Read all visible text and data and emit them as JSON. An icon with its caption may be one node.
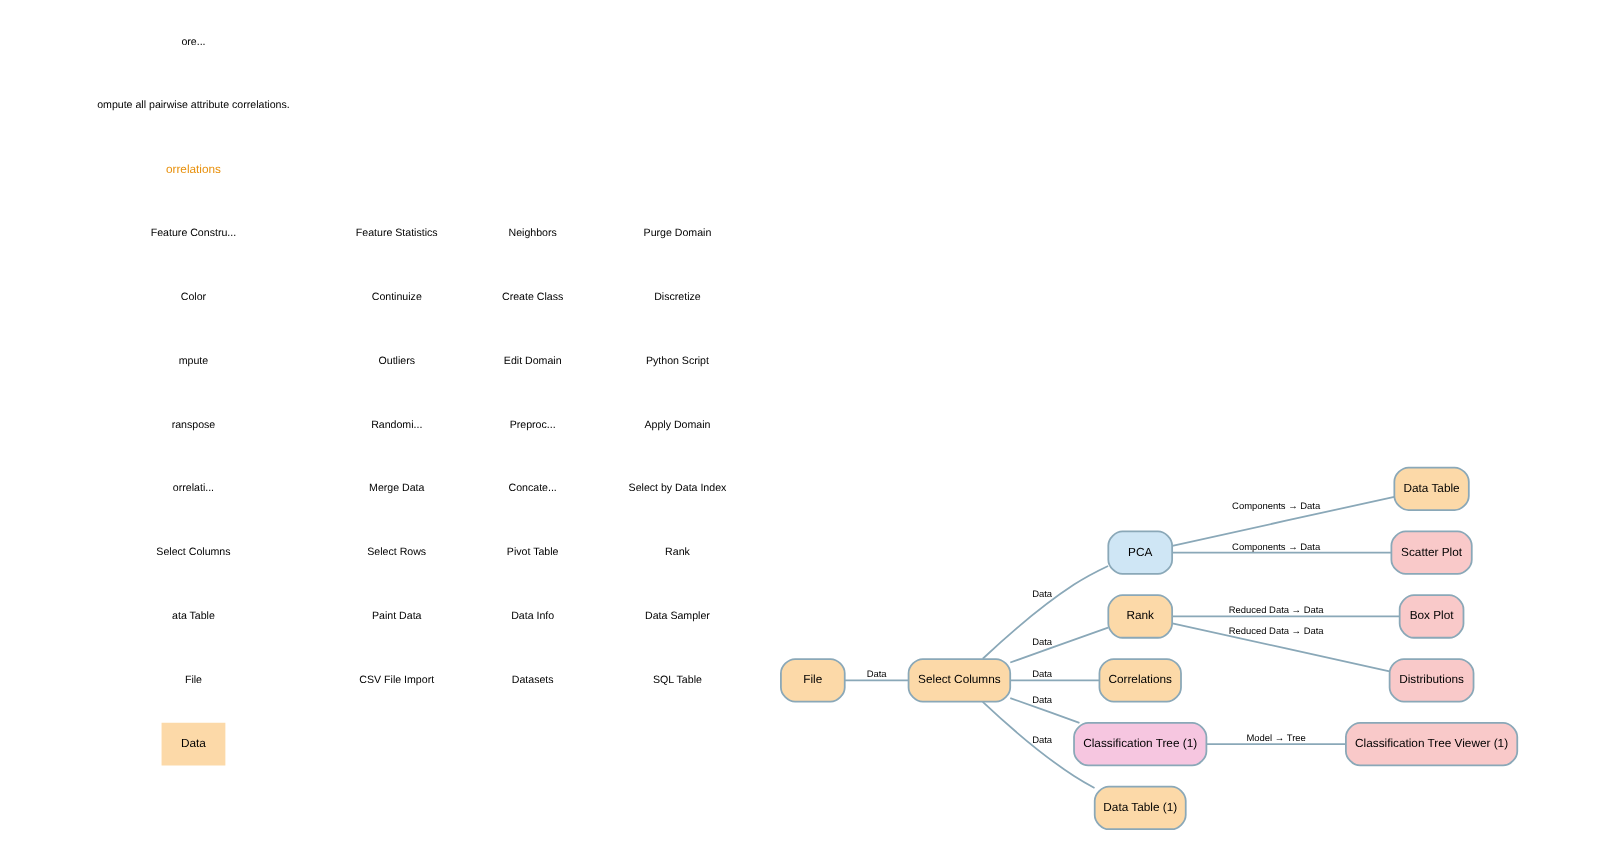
{
  "diagram": {
    "nodes": [
      {
        "text": [
          "File"
        ]
      },
      {
        "text": [
          "Select Columns"
        ]
      },
      {
        "text": [
          "PCA"
        ]
      },
      {
        "text": [
          "Data Table"
        ]
      },
      {
        "text": [
          "Scatter Plot"
        ]
      },
      {
        "text": [
          "Rank"
        ]
      },
      {
        "text": [
          "Box Plot"
        ]
      },
      {
        "text": [
          "Distributions"
        ]
      },
      {
        "text": [
          "Correlations"
        ]
      },
      {
        "text": [
          "Classification Tree (1)"
        ]
      },
      {
        "text": [
          "Classification Tree Viewer (1)"
        ]
      },
      {
        "text": [
          "Data Table (1)"
        ]
      }
    ],
    "edges": [
      {
        "from": 0,
        "to": 1,
        "arrow": "none",
        "label": "Data"
      },
      {
        "from": 1,
        "to": 2,
        "arrow": "none",
        "label": "Data"
      },
      {
        "from": 2,
        "to": 3,
        "arrow": "none",
        "label": "Components → Data"
      },
      {
        "from": 2,
        "to": 4,
        "arrow": "none",
        "label": "Components → Data"
      },
      {
        "from": 1,
        "to": 5,
        "arrow": "none",
        "label": "Data"
      },
      {
        "from": 5,
        "to": 6,
        "arrow": "none",
        "label": "Reduced Data → Data"
      },
      {
        "from": 5,
        "to": 7,
        "arrow": "none",
        "label": "Reduced Data → Data"
      },
      {
        "from": 1,
        "to": 8,
        "arrow": "none",
        "label": "Data"
      },
      {
        "from": 1,
        "to": 9,
        "arrow": "none",
        "label": "Data"
      },
      {
        "from": 9,
        "to": 10,
        "arrow": "none",
        "label": "Model → Tree"
      },
      {
        "from": 1,
        "to": 11,
        "arrow": "none",
        "label": "Data"
      }
    ],
    "labels": [
      "Data",
      "File",
      "CSV File Import",
      "Datasets",
      "SQL Table",
      "ata Table",
      "Paint Data",
      "Data Info",
      "Data Sampler",
      "Select Columns",
      "Select Rows",
      "Pivot Table",
      "Rank",
      "orrelati...",
      "Merge Data",
      "Concate...",
      "Select by Data Index",
      "ranspose",
      "Randomi...",
      "Preproc...",
      "Apply Domain",
      "mpute",
      "Outliers",
      "Edit Domain",
      "Python Script",
      "Color",
      "Continuize",
      "Create Class",
      "Discretize",
      "Feature Constru...",
      "Feature Statistics",
      "Neighbors",
      "Purge Domain",
      "orrelations",
      "ompute all pairwise attribute correlations.",
      "ore..."
    ]
  }
}
